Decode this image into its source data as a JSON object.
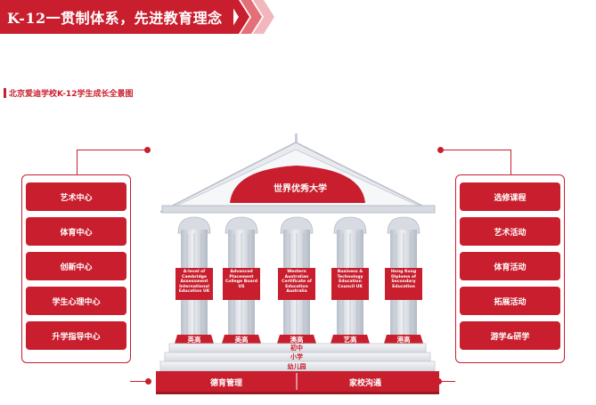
{
  "header": {
    "title": "K-12一贯制体系，先进教育理念"
  },
  "subtitle": "北京爱迪学校K-12学生成长全景图",
  "dome": {
    "label": "世界优秀大学"
  },
  "left_panel": {
    "items": [
      "艺术中心",
      "体育中心",
      "创新中心",
      "学生心理中心",
      "升学指导中心"
    ]
  },
  "right_panel": {
    "items": [
      "选修课程",
      "艺术活动",
      "体育活动",
      "拓展活动",
      "游学&研学"
    ]
  },
  "columns": [
    {
      "text": "A-level of Cambridge Assessment International Education UK",
      "base": "英高"
    },
    {
      "text": "Advanced Placement College Board US",
      "base": "美高"
    },
    {
      "text": "Western Australian Certificate of Education Australia",
      "base": "澳高"
    },
    {
      "text": "Business & Technology Education Council UK",
      "base": "艺高"
    },
    {
      "text": "Hong Kong Diploma of Secondary Education",
      "base": "港高"
    }
  ],
  "steps": [
    "初中",
    "小学",
    "幼儿园"
  ],
  "foundation": {
    "left": "德育管理",
    "right": "家校沟通"
  },
  "colors": {
    "accent": "#c81e2d",
    "column": "#c9cfd8",
    "column_light": "#e6e9ee"
  }
}
